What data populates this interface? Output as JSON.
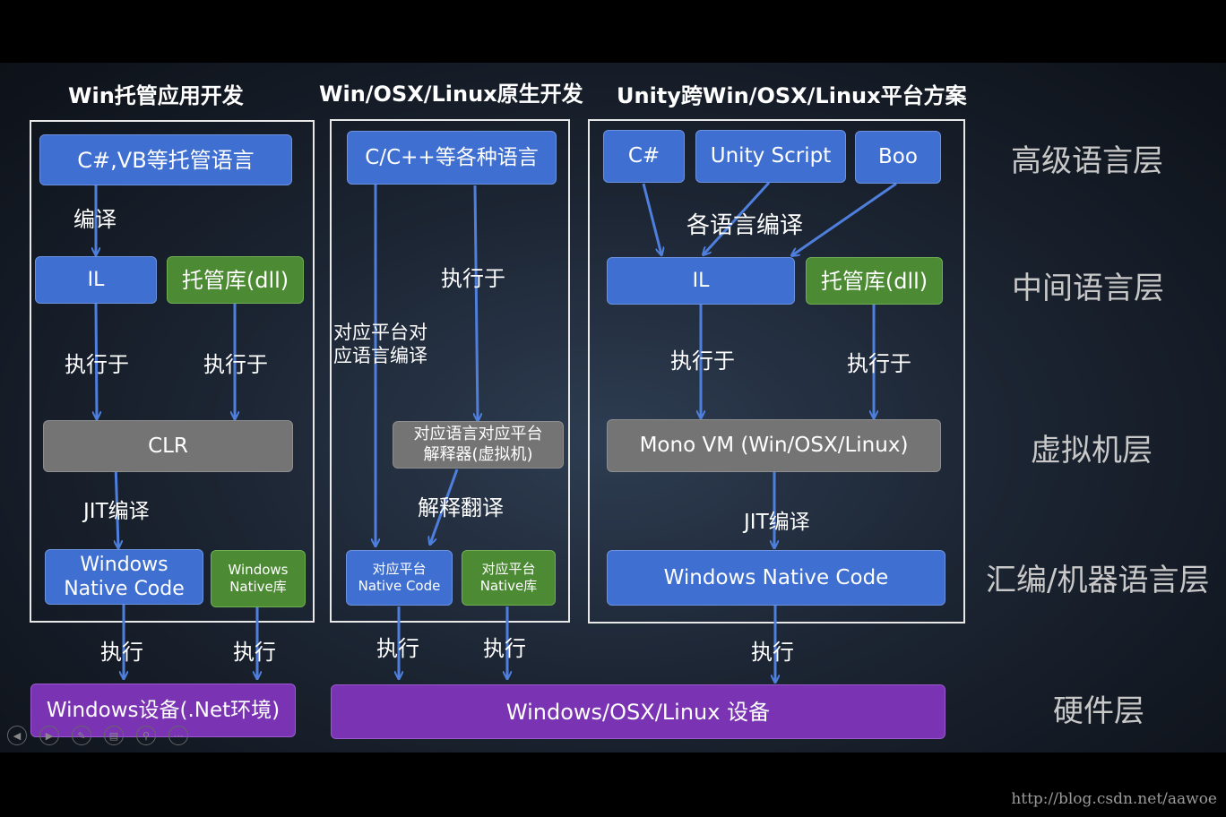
{
  "columns": {
    "win": {
      "title": "Win托管应用开发"
    },
    "native": {
      "title": "Win/OSX/Linux原生开发"
    },
    "unity": {
      "title": "Unity跨Win/OSX/Linux平台方案"
    }
  },
  "layers": {
    "high": "高级语言层",
    "mid": "中间语言层",
    "vm": "虚拟机层",
    "asm": "汇编/机器语言层",
    "hw": "硬件层"
  },
  "win": {
    "lang": "C#,VB等托管语言",
    "compile": "编译",
    "il": "IL",
    "dll": "托管库(dll)",
    "exec1": "执行于",
    "exec2": "执行于",
    "clr": "CLR",
    "jit": "JIT编译",
    "native_code_1": "Windows",
    "native_code_2": "Native Code",
    "native_lib_1": "Windows",
    "native_lib_2": "Native库",
    "run1": "执行",
    "run2": "执行",
    "device": "Windows设备(.Net环境)"
  },
  "native": {
    "lang": "C/C++等各种语言",
    "compile_1": "对应平台对",
    "compile_2": "应语言编译",
    "exec": "执行于",
    "interp_1": "对应语言对应平台",
    "interp_2": "解释器(虚拟机)",
    "translate": "解释翻译",
    "code_1": "对应平台",
    "code_2": "Native Code",
    "lib_1": "对应平台",
    "lib_2": "Native库",
    "run1": "执行",
    "run2": "执行"
  },
  "unity": {
    "csharp": "C#",
    "unityscript": "Unity Script",
    "boo": "Boo",
    "compile": "各语言编译",
    "il": "IL",
    "dll": "托管库(dll)",
    "exec1": "执行于",
    "exec2": "执行于",
    "mono": "Mono VM (Win/OSX/Linux)",
    "jit": "JIT编译",
    "native_code": "Windows Native Code",
    "run": "执行"
  },
  "shared_device": "Windows/OSX/Linux 设备",
  "watermark": "http://blog.csdn.net/aawoe",
  "controls": [
    "prev-icon",
    "play-icon",
    "pen-icon",
    "slides-icon",
    "zoom-icon",
    "more-icon"
  ],
  "colors": {
    "blue": "#3f6fd0",
    "green": "#4c8a33",
    "gray": "#747474",
    "purple": "#7a33b3",
    "arrow": "#4f7fdc"
  }
}
